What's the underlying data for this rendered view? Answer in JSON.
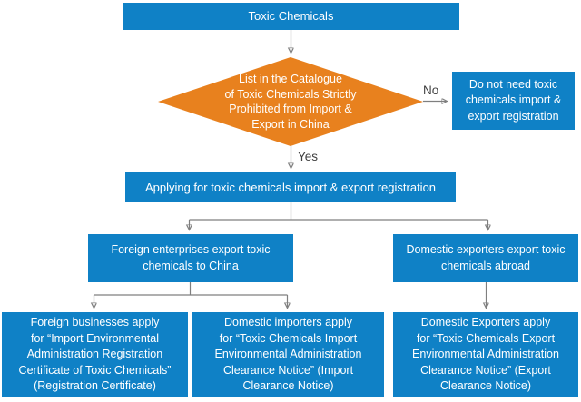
{
  "diagram": {
    "nodes": {
      "start": {
        "label": "Toxic Chemicals"
      },
      "decision": {
        "label": "List in the Catalogue\nof Toxic Chemicals Strictly\nProhibited from Import &\nExport in China"
      },
      "no_result": {
        "label": "Do not need toxic\nchemicals import &\nexport registration"
      },
      "apply": {
        "label": "Applying for toxic chemicals import & export registration"
      },
      "foreign_branch": {
        "label": "Foreign enterprises export toxic\nchemicals to China"
      },
      "domestic_branch": {
        "label": "Domestic exporters export toxic\nchemicals abroad"
      },
      "foreign_cert": {
        "label": "Foreign businesses apply\nfor “Import Environmental\nAdministration Registration\nCertificate of Toxic Chemicals”\n(Registration Certificate)"
      },
      "import_notice": {
        "label": "Domestic importers apply\nfor “Toxic Chemicals Import\nEnvironmental Administration\nClearance Notice” (Import\nClearance Notice)"
      },
      "export_notice": {
        "label": "Domestic Exporters apply\nfor “Toxic Chemicals Export\nEnvironmental Administration\nClearance Notice” (Export\nClearance Notice)"
      }
    },
    "edge_labels": {
      "no": "No",
      "yes": "Yes"
    },
    "colors": {
      "process_fill": "#0F81C6",
      "decision_fill": "#E8811E",
      "connector": "#7F7F7F",
      "text_on_fill": "#FFFFFF",
      "edge_label_text": "#3F3F3F",
      "background": "#FFFFFF"
    }
  }
}
